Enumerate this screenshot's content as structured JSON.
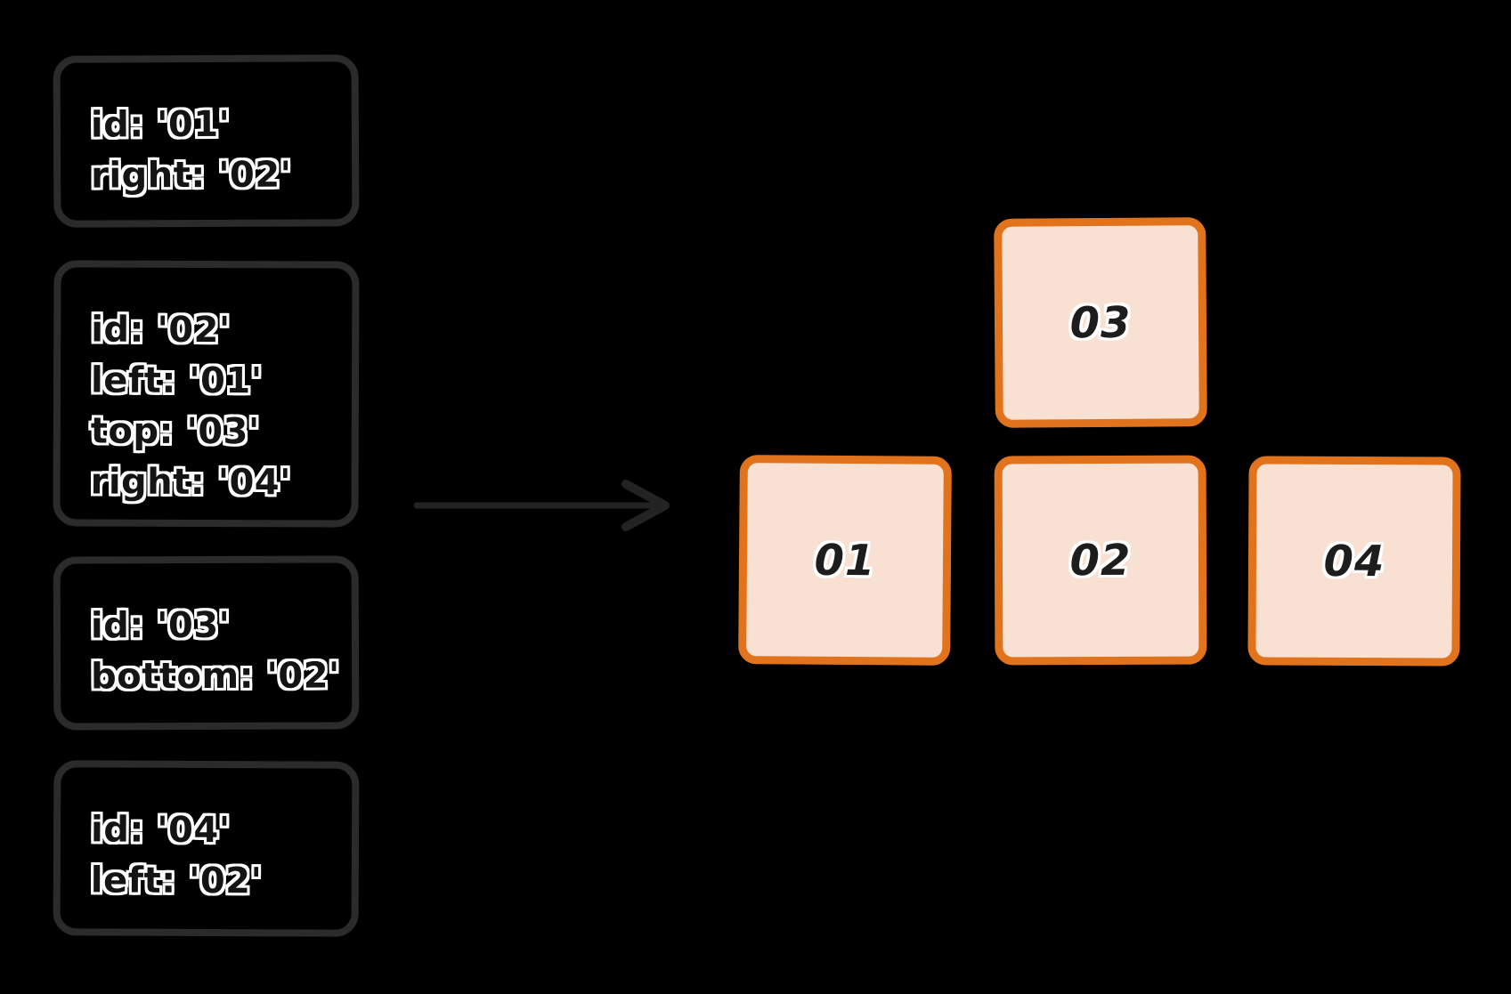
{
  "diagram": {
    "cards": [
      {
        "id": "01",
        "lines": [
          "id: '01'",
          "right: '02'"
        ]
      },
      {
        "id": "02",
        "lines": [
          "id: '02'",
          "left: '01'",
          "top: '03'",
          "right: '04'"
        ]
      },
      {
        "id": "03",
        "lines": [
          "id: '03'",
          "bottom: '02'"
        ]
      },
      {
        "id": "04",
        "lines": [
          "id: '04'",
          "left: '02'"
        ]
      }
    ],
    "squares": [
      {
        "label": "03"
      },
      {
        "label": "01"
      },
      {
        "label": "02"
      },
      {
        "label": "04"
      }
    ],
    "colors": {
      "background": "#000000",
      "card_border": "#2b2b2b",
      "card_fill": "#000000",
      "text": "#141414",
      "text_halo": "#ffffff",
      "arrow": "#232323",
      "square_border": "#e2731d",
      "square_fill": "#f8e1d2",
      "square_label": "#1d1d1d"
    }
  }
}
